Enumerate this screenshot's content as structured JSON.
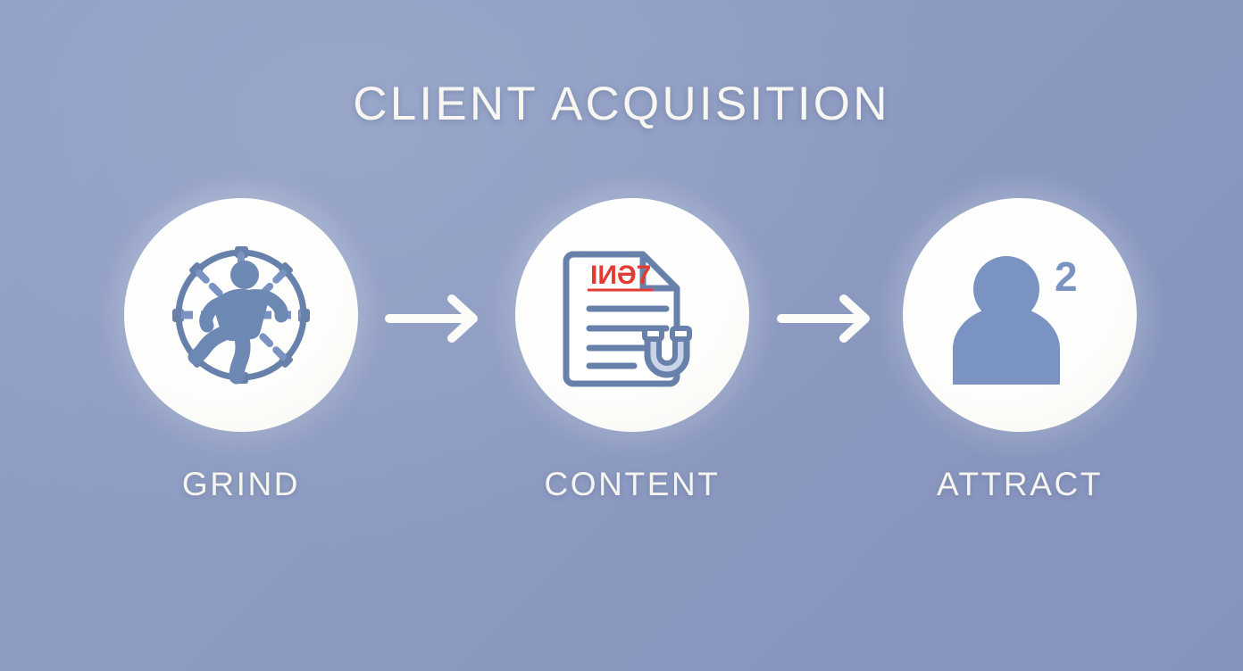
{
  "header": {
    "title": "CLIENT ACQUISITION"
  },
  "theme": {
    "background_start": "#919fc6",
    "background_end": "#8593bd",
    "circle_fill": "#fdfdfb",
    "icon_blue": "#7b93c2",
    "icon_outline": "#5b749f",
    "accent_red": "#e23b32",
    "text_color": "#f7f6f1",
    "arrow_color": "#fbfbf7"
  },
  "steps": [
    {
      "id": "grind",
      "label": "GRIND",
      "icon": "running-person-in-wheel-icon",
      "icon_description": "Running stick figure inside a dashed hamster wheel"
    },
    {
      "id": "content",
      "label": "CONTENT",
      "icon": "document-with-magnet-icon",
      "icon_description": "Document page with folded corner, red heading text and a horseshoe magnet",
      "document_heading": "IИƏ7",
      "document_line_count": 4
    },
    {
      "id": "attract",
      "label": "ATTRACT",
      "icon": "user-with-badge-icon",
      "icon_description": "Person silhouette with a numeric badge",
      "badge_value": "2"
    }
  ],
  "connectors": [
    {
      "id": "arrow-1",
      "icon": "arrow-right-icon",
      "from": "grind",
      "to": "content"
    },
    {
      "id": "arrow-2",
      "icon": "arrow-right-icon",
      "from": "content",
      "to": "attract"
    }
  ]
}
